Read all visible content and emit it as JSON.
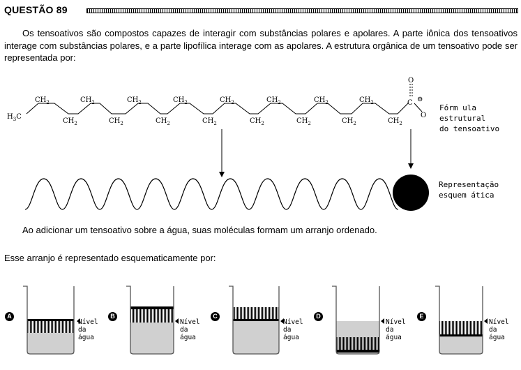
{
  "question": {
    "title": "QUESTÃO 89"
  },
  "intro": "Os tensoativos são compostos capazes de interagir com substâncias polares e apolares. A parte iônica dos tensoativos interage com substâncias polares, e a parte lipofílica interage com as apolares. A estrutura orgânica de um tensoativo pode ser representada por:",
  "molecule": {
    "h3c_main": "H",
    "h3c_sub": "3",
    "h3c_tail": "C",
    "ch2_main": "CH",
    "ch2_sub": "2",
    "carboxyl_c": "C",
    "oxygen": "O",
    "charge": "⊖"
  },
  "labels": {
    "structural_formula": [
      "Fórm ula estrutural",
      "do tensoativo"
    ],
    "schematic": [
      "Representação",
      "esquem ática"
    ]
  },
  "text2": "Ao adicionar um tensoativo sobre a água, suas moléculas formam um arranjo ordenado.",
  "text3": "Esse arranjo é representado esquematicamente por:",
  "options": [
    {
      "letter": "A",
      "nivel": [
        "Nível",
        "da",
        "água"
      ]
    },
    {
      "letter": "B",
      "nivel": [
        "Nível",
        "da",
        "água"
      ]
    },
    {
      "letter": "C",
      "nivel": [
        "Nível",
        "da",
        "água"
      ]
    },
    {
      "letter": "D",
      "nivel": [
        "Nível",
        "da",
        "água"
      ]
    },
    {
      "letter": "E",
      "nivel": [
        "Nível",
        "da",
        "água"
      ]
    }
  ]
}
